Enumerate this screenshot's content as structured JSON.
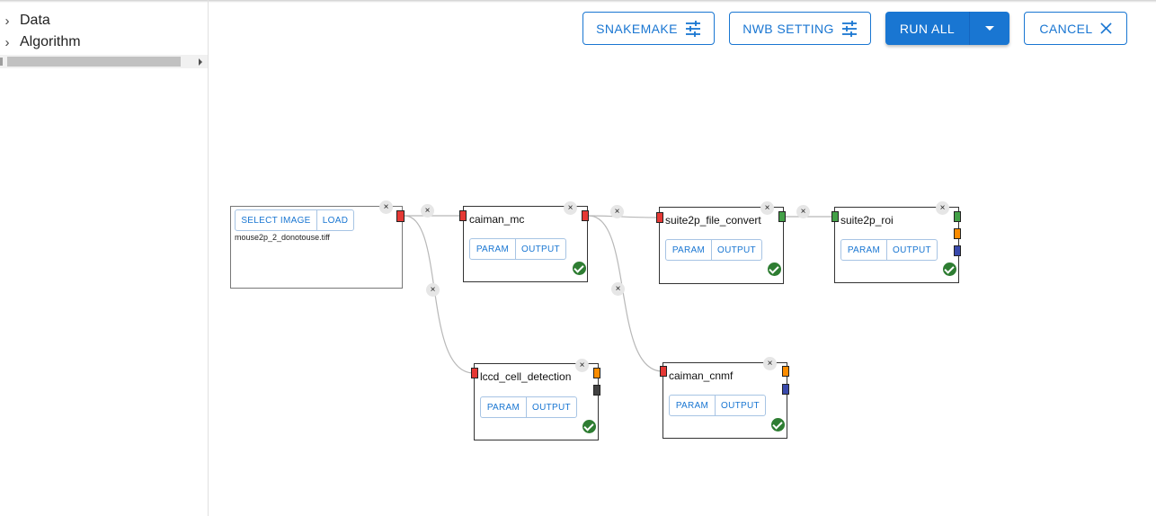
{
  "sidebar": {
    "items": [
      {
        "label": "Data",
        "icon": "chevron-right-icon"
      },
      {
        "label": "Algorithm",
        "icon": "chevron-right-icon"
      }
    ]
  },
  "toolbar": {
    "snakemake_label": "SNAKEMAKE",
    "nwb_label": "NWB SETTING",
    "run_all_label": "RUN ALL",
    "cancel_label": "CANCEL"
  },
  "colors": {
    "accent": "#1976d2",
    "success": "#2e7d32",
    "handle_red": "#e53935",
    "handle_green": "#43a047",
    "handle_orange": "#fb8c00",
    "handle_blue": "#3949ab"
  },
  "nodes": {
    "image": {
      "select_label": "SELECT IMAGE",
      "load_label": "LOAD",
      "filename": "mouse2p_2_donotouse.tiff"
    },
    "caiman_mc": {
      "title": "caiman_mc",
      "param_label": "PARAM",
      "output_label": "OUTPUT",
      "status": "success"
    },
    "suite2p_file_convert": {
      "title": "suite2p_file_convert",
      "param_label": "PARAM",
      "output_label": "OUTPUT",
      "status": "success"
    },
    "suite2p_roi": {
      "title": "suite2p_roi",
      "param_label": "PARAM",
      "output_label": "OUTPUT",
      "status": "success"
    },
    "lccd_cell_detection": {
      "title": "lccd_cell_detection",
      "param_label": "PARAM",
      "output_label": "OUTPUT",
      "status": "success"
    },
    "caiman_cnmf": {
      "title": "caiman_cnmf",
      "param_label": "PARAM",
      "output_label": "OUTPUT",
      "status": "success"
    }
  },
  "close_glyph": "×"
}
